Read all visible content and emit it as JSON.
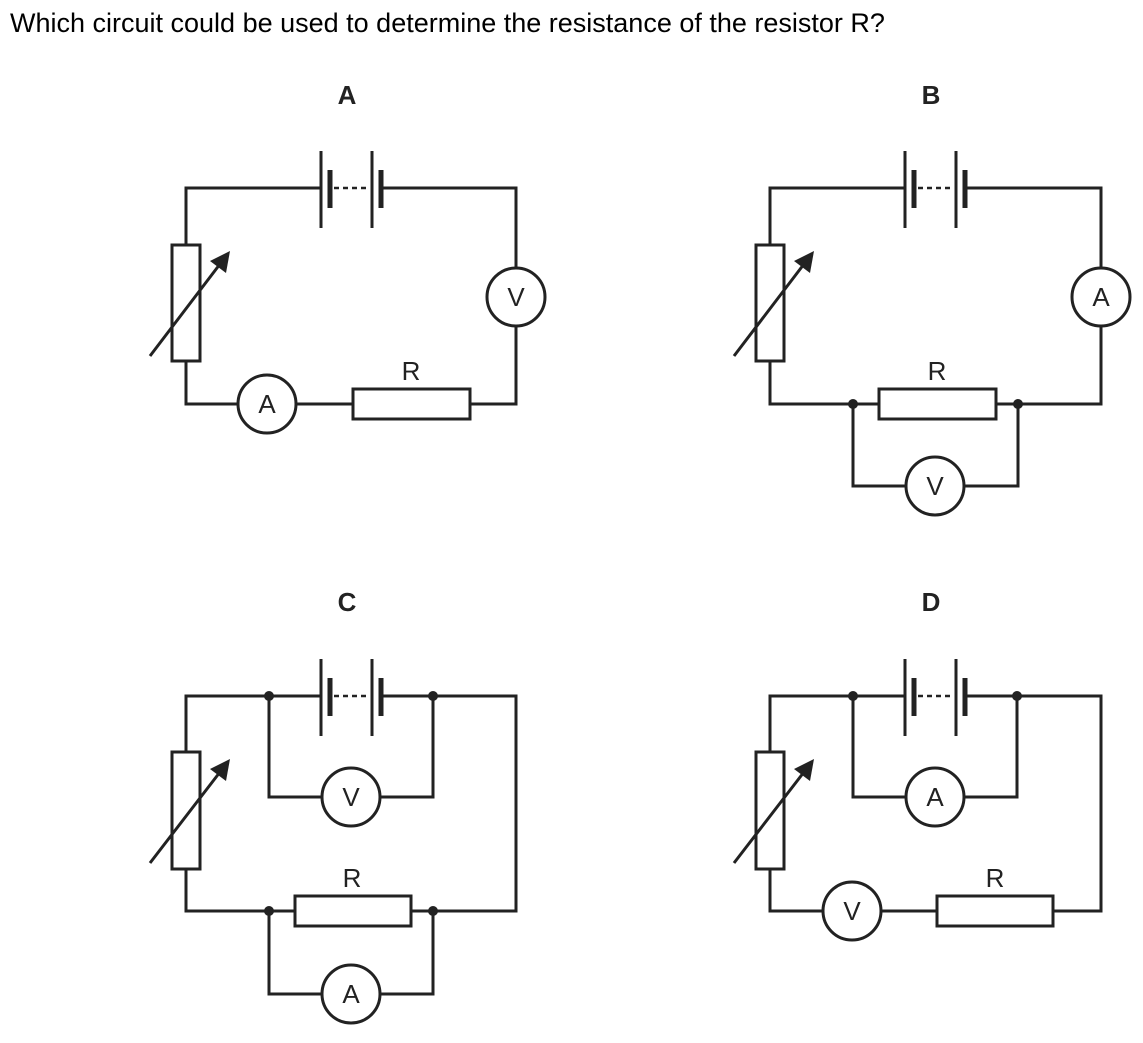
{
  "question": "Which circuit could be used to determine the resistance of the resistor R?",
  "resistor_label": "R",
  "circuits": [
    {
      "option": "A",
      "top_meter": "",
      "right_meter": "V",
      "bottom_meter": "A",
      "parallel_meter": ""
    },
    {
      "option": "B",
      "top_meter": "",
      "right_meter": "A",
      "bottom_meter": "",
      "parallel_meter": "V"
    },
    {
      "option": "C",
      "top_meter": "V",
      "right_meter": "",
      "bottom_meter": "",
      "parallel_meter": "A"
    },
    {
      "option": "D",
      "top_meter": "A",
      "right_meter": "",
      "bottom_meter": "V",
      "parallel_meter": ""
    }
  ]
}
